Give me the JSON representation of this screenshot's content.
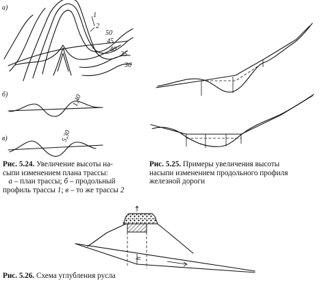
{
  "fig524": {
    "panel_a": "а)",
    "panel_b": "б)",
    "panel_c": "в)",
    "contours": [
      "30",
      "35",
      "40",
      "45",
      "50"
    ],
    "routes": [
      "1",
      "2"
    ],
    "profile_b_label": "1,40",
    "profile_c_label": "5,30",
    "caption_title": "Рис. 5.24.",
    "caption_line1_rest": " Увеличение высоты на-",
    "caption_line2": "сыпи изменением плана трассы:",
    "caption_a_key": "а",
    "caption_a_text": " – план трассы; ",
    "caption_b_key": "б",
    "caption_b_text": " – продольный",
    "caption_l4a": "профиль трассы ",
    "caption_l4_route1": "1",
    "caption_l4b": "; ",
    "caption_c_key": "в",
    "caption_c_text": " – то же трассы ",
    "caption_l4_route2": "2"
  },
  "fig525": {
    "caption_title": "Рис.   5.25.",
    "caption_line1_rest": " Примеры  увеличения  высоты",
    "caption_line2": "насыпи изменением продольного профиля",
    "caption_line3": "железной дороги"
  },
  "fig526": {
    "caption_title": "Рис. 5.26.",
    "caption_text": " Схема углубления русла",
    "depth_label": "h"
  }
}
